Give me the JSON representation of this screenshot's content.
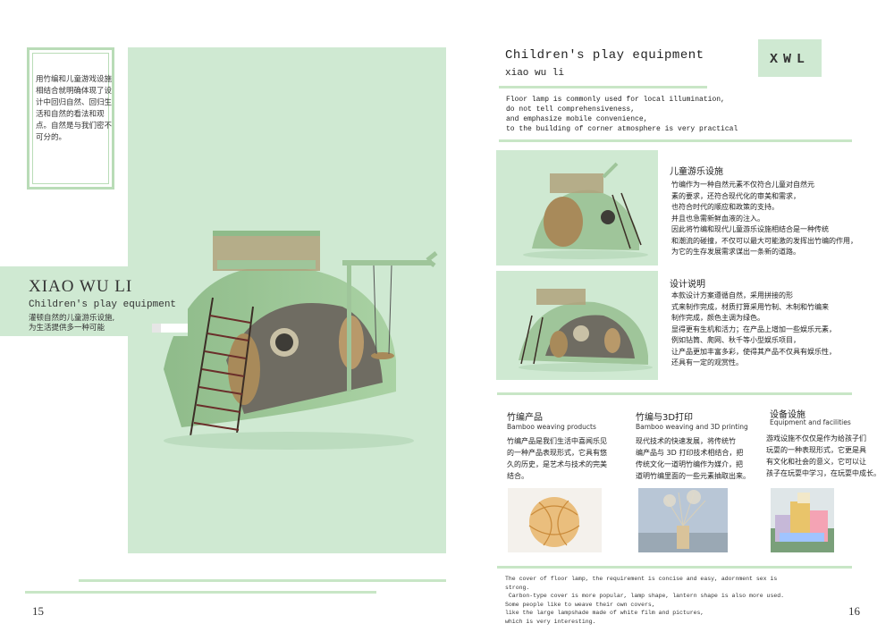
{
  "left_page": {
    "intro_text": "用竹编和儿童游戏设施相结合就明确体现了设计中回归自然、回归生活和自然的看法和观点。自然是与我们密不可分的。",
    "title": "XIAO WU LI",
    "subtitle": "Children's play equipment",
    "desc_line1": "灌顿自然的儿童游乐设施,",
    "desc_line2": "为生活提供多一种可能",
    "page_number": "15"
  },
  "right_page": {
    "title": "Children's play equipment",
    "subtitle": "xiao wu li",
    "logo_text": "XWL",
    "description": [
      "Floor lamp is commonly used for local illumination,",
      "do not tell comprehensiveness,",
      "and emphasize mobile convenience,",
      "to the building of corner atmosphere is very practical"
    ],
    "section1": {
      "title": "儿童游乐设施",
      "lines": [
        "竹编作为一种自然元素不仅符合儿童对自然元",
        "素的要求，还符合现代化的审美和需求，",
        "也符合时代的顺应和政策的支持。",
        "并且也急需新鲜血液的注入。",
        "因此将竹编和现代儿童游乐设施相结合是一种传统",
        "和潮流的碰撞，不仅可以最大可能激的发挥出竹编的作用，",
        "为它的生存发展需求谋出一条新的道路。"
      ]
    },
    "section2": {
      "title": "设计说明",
      "lines": [
        "本款设计方案遵循自然，采用拼接的形",
        "式来制作完成，材质打算采用竹制、木制和竹编来",
        "制作完成，颜色主调为绿色。",
        "显得更有生机和活力；在产品上增加一些娱乐元素，",
        "例如钻筒、爬网、秋千等小型娱乐项目，",
        "让产品更加丰富多彩，使得其产品不仅具有娱乐性，",
        "还具有一定的观赏性。"
      ]
    },
    "col1": {
      "title": "竹编产品",
      "subtitle": "Bamboo weaving products",
      "lines": [
        "竹编产品是我们生活中喜闻乐见",
        "的一种产品表现形式，它具有悠",
        "久的历史，是艺术与技术的完美",
        "结合。"
      ]
    },
    "col2": {
      "title": "竹编与3D打印",
      "subtitle": "Bamboo weaving and 3D printing",
      "lines": [
        "现代技术的快速发展，将传统竹",
        "编产品与 3D 打印技术相结合，把",
        "传统文化一道明竹编作为媒介，把",
        "道明竹编里面的一些元素抽取出来。"
      ]
    },
    "col3": {
      "title": "设备设施",
      "subtitle": "Equipment and facilities",
      "lines": [
        "游戏设施不仅仅是作为给孩子们",
        "玩耍的一种表现形式，它更是具",
        "有文化和社会的意义，它可以让",
        "孩子在玩耍中学习，在玩耍中成长。"
      ]
    },
    "footer": [
      "The cover of floor lamp, the requirement is concise and easy, adornment sex is strong.",
      " Carbon-type cover is more popular, lamp shape, lantern shape is also more used.",
      "Some people like to weave their own covers,",
      "like the large lampshade made of white film and pictures,",
      "which is very interesting."
    ],
    "page_number": "16"
  },
  "colors": {
    "panel_green": "#cfe9d2",
    "bar_green": "#c8e6c6",
    "model_green": "#9fc59a",
    "wood_brown": "#a88a5a"
  },
  "icons": [
    "play-structure-render",
    "bamboo-ball-lamp-photo",
    "3d-printed-vase-photo",
    "toy-blocks-photo"
  ]
}
